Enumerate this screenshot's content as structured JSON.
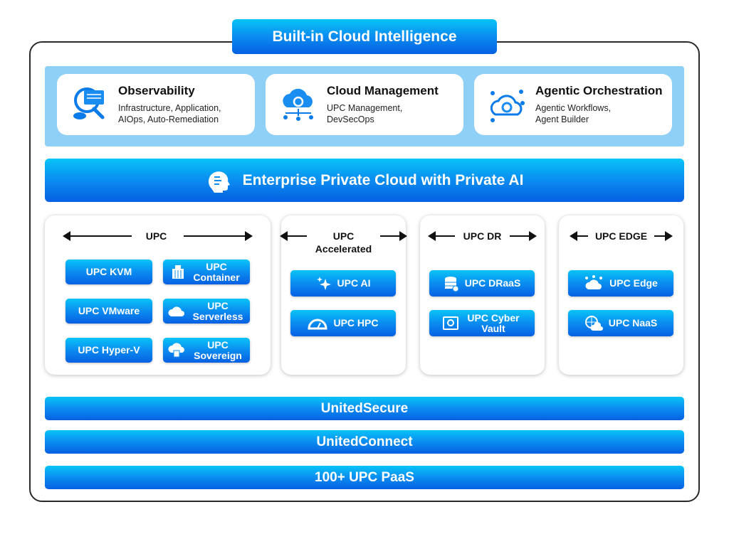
{
  "title": "Built-in Cloud Intelligence",
  "cards": [
    {
      "title": "Observability",
      "lines": [
        "Infrastructure, Application,",
        "AIOps, Auto-Remediation"
      ],
      "icon": "observability-icon"
    },
    {
      "title": "Cloud Management",
      "lines": [
        "UPC Management,",
        "DevSecOps"
      ],
      "icon": "cloud-gear-icon"
    },
    {
      "title": "Agentic Orchestration",
      "lines": [
        "Agentic Workflows,",
        "Agent Builder"
      ],
      "icon": "agentic-orchestration-icon"
    }
  ],
  "enterprise": "Enterprise Private Cloud with Private AI",
  "columns": [
    {
      "header": "UPC",
      "items": [
        "UPC KVM",
        "UPC Container",
        "UPC VMware",
        "UPC Serverless",
        "UPC Hyper-V",
        "UPC Sovereign"
      ]
    },
    {
      "header_1": "UPC",
      "header_2": "Accelerated",
      "items": [
        "UPC AI",
        "UPC HPC"
      ]
    },
    {
      "header": "UPC DR",
      "items": [
        "UPC DRaaS",
        "UPC Cyber Vault"
      ]
    },
    {
      "header": "UPC EDGE",
      "items": [
        "UPC Edge",
        "UPC NaaS"
      ]
    }
  ],
  "bars": [
    "UnitedSecure",
    "UnitedConnect",
    "100+ UPC PaaS"
  ],
  "colors": {
    "gradient_top": "#08c4f7",
    "gradient_bottom": "#0660e2",
    "band": "#8fd1f6"
  }
}
